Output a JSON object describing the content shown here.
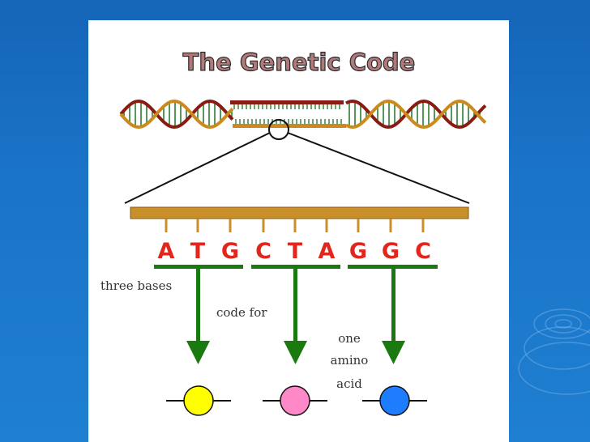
{
  "title": "The Genetic Code",
  "bases": [
    "A",
    "T",
    "G",
    "C",
    "T",
    "A",
    "G",
    "G",
    "C"
  ],
  "labels": {
    "three_bases": "three bases",
    "code_for": "code for",
    "one": "one",
    "amino": "amino",
    "acid": "acid"
  },
  "amino_acids": [
    {
      "color": "#ffff00"
    },
    {
      "color": "#ff88c8"
    },
    {
      "color": "#1e7cff"
    }
  ],
  "colors": {
    "strand": "#cc8a1c",
    "strand_dark": "#8a1b12",
    "rungs": "#2e7d32",
    "arrows": "#1a7a10",
    "bases": "#e2261c",
    "title_fill": "#b07a7a",
    "title_outline": "#2a2a2a"
  }
}
